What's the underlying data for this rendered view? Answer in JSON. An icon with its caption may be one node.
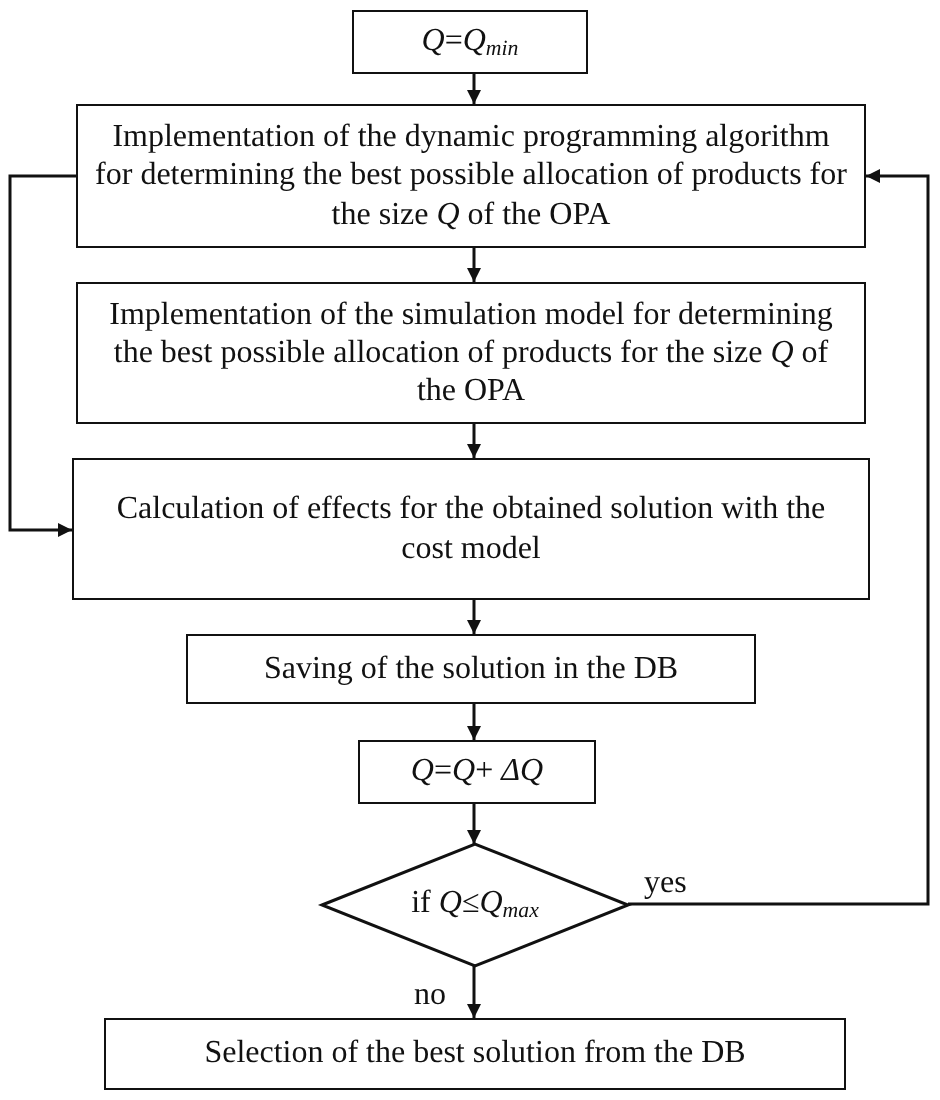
{
  "diagram": {
    "nodes": [
      {
        "text": [
          "*Q*=*Q*$_{min}$"
        ]
      },
      {
        "text": [
          "Implementation of the dynamic programming algorithm for determining the best possible allocation of products for the size *Q* of the OPA"
        ]
      },
      {
        "text": [
          "Implementation of the simulation model for determining the best possible allocation of products for the size *Q* of the OPA"
        ]
      },
      {
        "text": [
          "Calculation of effects for the obtained solution with the cost model"
        ]
      },
      {
        "text": [
          "Saving of the solution in the DB"
        ]
      },
      {
        "text": [
          "*Q*=*Q*+ *ΔQ*"
        ]
      },
      {
        "text": [
          "if *Q*≤*Q*$_{max}$"
        ]
      },
      {
        "text": [
          "Selection of the best solution from the DB"
        ]
      }
    ],
    "edges": [
      {
        "from": 0,
        "to": 1,
        "arrow": "to"
      },
      {
        "from": 1,
        "to": 2,
        "arrow": "to"
      },
      {
        "from": 2,
        "to": 3,
        "arrow": "to"
      },
      {
        "from": 1,
        "to": 3,
        "arrow": "to"
      },
      {
        "from": 3,
        "to": 4,
        "arrow": "to"
      },
      {
        "from": 4,
        "to": 5,
        "arrow": "to"
      },
      {
        "from": 5,
        "to": 6,
        "arrow": "to"
      },
      {
        "from": 6,
        "to": 1,
        "arrow": "to",
        "label": "yes"
      },
      {
        "from": 6,
        "to": 7,
        "arrow": "to",
        "label": "no"
      }
    ]
  }
}
